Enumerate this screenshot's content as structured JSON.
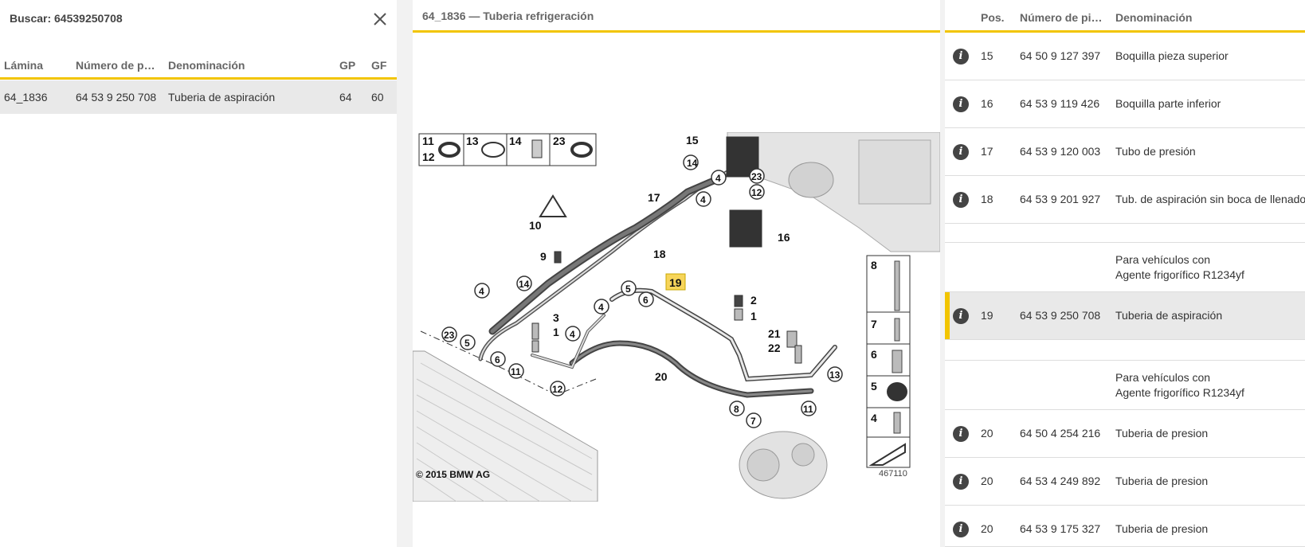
{
  "search": {
    "title": "Buscar: 64539250708"
  },
  "results_table": {
    "columns": [
      "Lámina",
      "Número de p…",
      "Denominación",
      "GP",
      "GF"
    ],
    "rows": [
      {
        "lamina": "64_1836",
        "numero": "64 53 9 250 708",
        "denominacion": "Tuberia de aspiración",
        "gp": "64",
        "gf": "60"
      }
    ]
  },
  "diagram": {
    "title": "64_1836 — Tuberia refrigeración",
    "copyright": "© 2015 BMW AG",
    "image_id": "467110",
    "highlighted": "19",
    "labels": [
      "1",
      "2",
      "3",
      "4",
      "5",
      "6",
      "7",
      "8",
      "9",
      "10",
      "11",
      "12",
      "13",
      "14",
      "15",
      "16",
      "17",
      "18",
      "19",
      "20",
      "21",
      "22",
      "23"
    ]
  },
  "parts_table": {
    "columns": [
      "Pos.",
      "Número de pi…",
      "Denominación"
    ],
    "rows": [
      {
        "pos": "15",
        "numero": "64 50 9 127 397",
        "denominacion": "Boquilla pieza superior"
      },
      {
        "pos": "16",
        "numero": "64 53 9 119 426",
        "denominacion": "Boquilla parte inferior"
      },
      {
        "pos": "17",
        "numero": "64 53 9 120 003",
        "denominacion": "Tubo de presión"
      },
      {
        "pos": "18",
        "numero": "64 53 9 201 927",
        "denominacion": "Tub. de aspiración sin boca de llenado"
      },
      {
        "note": [
          "Para vehículos con",
          "Agente frigorífico R1234yf"
        ]
      },
      {
        "pos": "19",
        "numero": "64 53 9 250 708",
        "denominacion": "Tuberia de aspiración",
        "selected": true
      },
      {
        "note": [
          "Para vehículos con",
          "Agente frigorífico R1234yf"
        ]
      },
      {
        "pos": "20",
        "numero": "64 50 4 254 216",
        "denominacion": "Tuberia de presion"
      },
      {
        "pos": "20",
        "numero": "64 53 4 249 892",
        "denominacion": "Tuberia de presion"
      },
      {
        "pos": "20",
        "numero": "64 53 9 175 327",
        "denominacion": "Tuberia de presion"
      }
    ]
  },
  "colors": {
    "accent": "#f2c500",
    "selected_row": "#e9e9e9",
    "highlight_label": "#f7d55a"
  }
}
